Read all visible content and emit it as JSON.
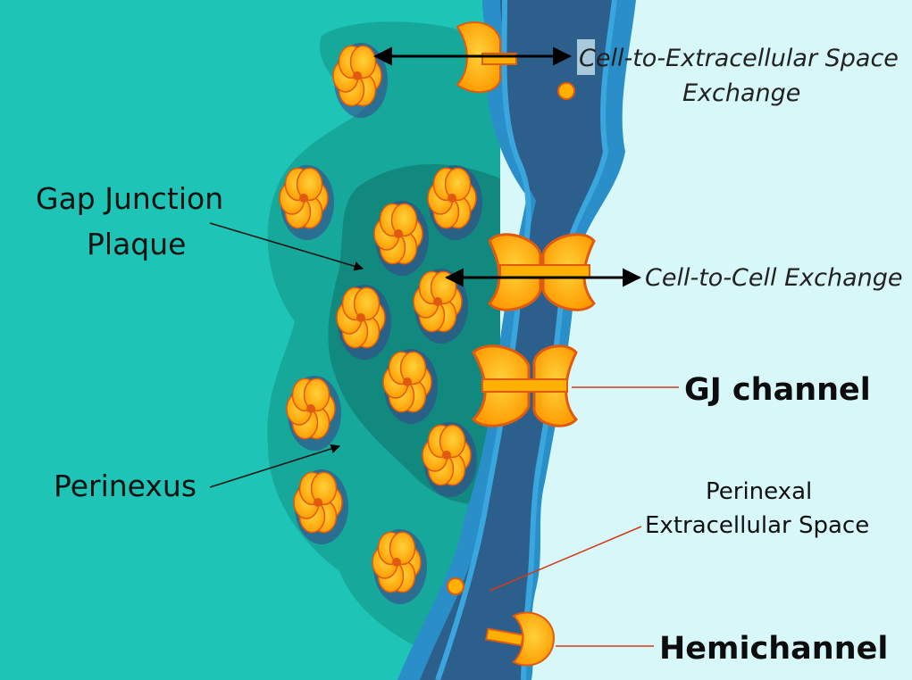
{
  "labels": {
    "cell_to_extracellular_line1": "Cell-to-Extracellular Space",
    "cell_to_extracellular_line2": "Exchange",
    "gap_junction_line1": "Gap Junction",
    "gap_junction_line2": "Plaque",
    "cell_to_cell": "Cell-to-Cell Exchange",
    "gj_channel": "GJ channel",
    "perinexus": "Perinexus",
    "perinexal_line1": "Perinexal",
    "perinexal_line2": "Extracellular Space",
    "hemichannel": "Hemichannel"
  },
  "colors": {
    "cytoplasm": "#1ec4b6",
    "perinexus_region": "#17a89c",
    "plaque_region": "#12897f",
    "membrane_outer": "#2a8fc9",
    "membrane_dark": "#2c5f8c",
    "extracellular": "#d8f7f8",
    "connexon_fill": "#ffb000",
    "connexon_edge": "#e05a10",
    "leader_red": "#d23a1a",
    "arrow": "#000000"
  }
}
